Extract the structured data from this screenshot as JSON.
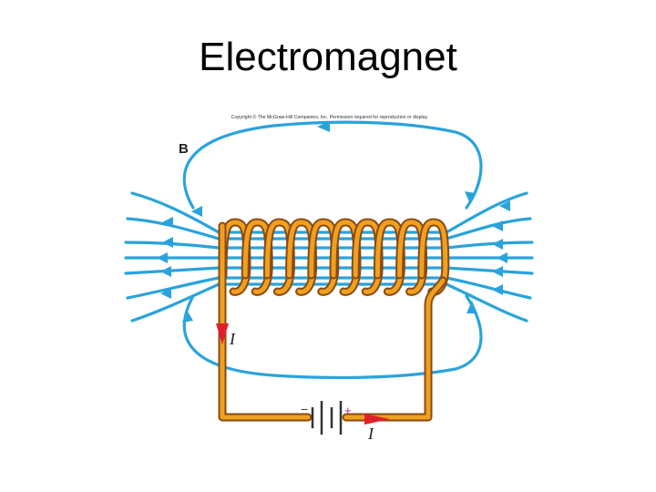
{
  "slide": {
    "title": "Electromagnet"
  },
  "figure": {
    "copyright": "Copyright © The McGraw-Hill Companies, Inc. Permission required for reproduction or display.",
    "field_label": "B",
    "current_label_left": "I",
    "current_label_bottom": "I",
    "battery_minus": "−",
    "battery_plus": "+"
  },
  "colors": {
    "field_lines": "#2aa3dc",
    "wire": "#f0a020",
    "wire_outline": "#8a4a12",
    "current_arrow": "#e0202a",
    "plus_sign": "#b0208a"
  },
  "coil": {
    "turns": 10
  }
}
